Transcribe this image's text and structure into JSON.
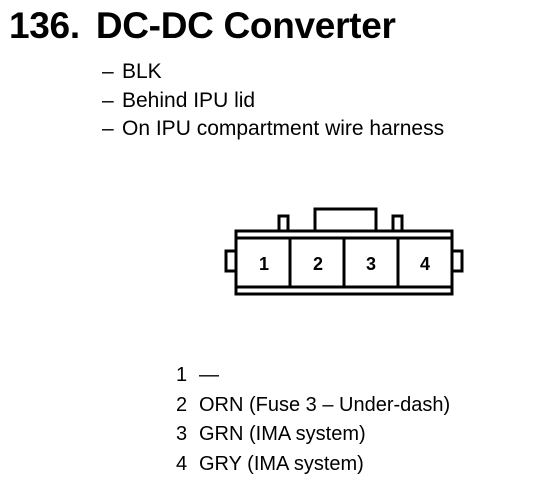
{
  "header": {
    "number": "136.",
    "title": "DC-DC Converter"
  },
  "notes": [
    {
      "dash": "–",
      "text": "BLK"
    },
    {
      "dash": "–",
      "text": "Behind IPU lid"
    },
    {
      "dash": "–",
      "text": "On IPU compartment wire harness"
    }
  ],
  "connector": {
    "cavities": [
      "1",
      "2",
      "3",
      "4"
    ]
  },
  "pins": [
    {
      "number": "1",
      "description": "—"
    },
    {
      "number": "2",
      "description": "ORN (Fuse 3 – Under-dash)"
    },
    {
      "number": "3",
      "description": "GRN (IMA system)"
    },
    {
      "number": "4",
      "description": "GRY (IMA system)"
    }
  ]
}
